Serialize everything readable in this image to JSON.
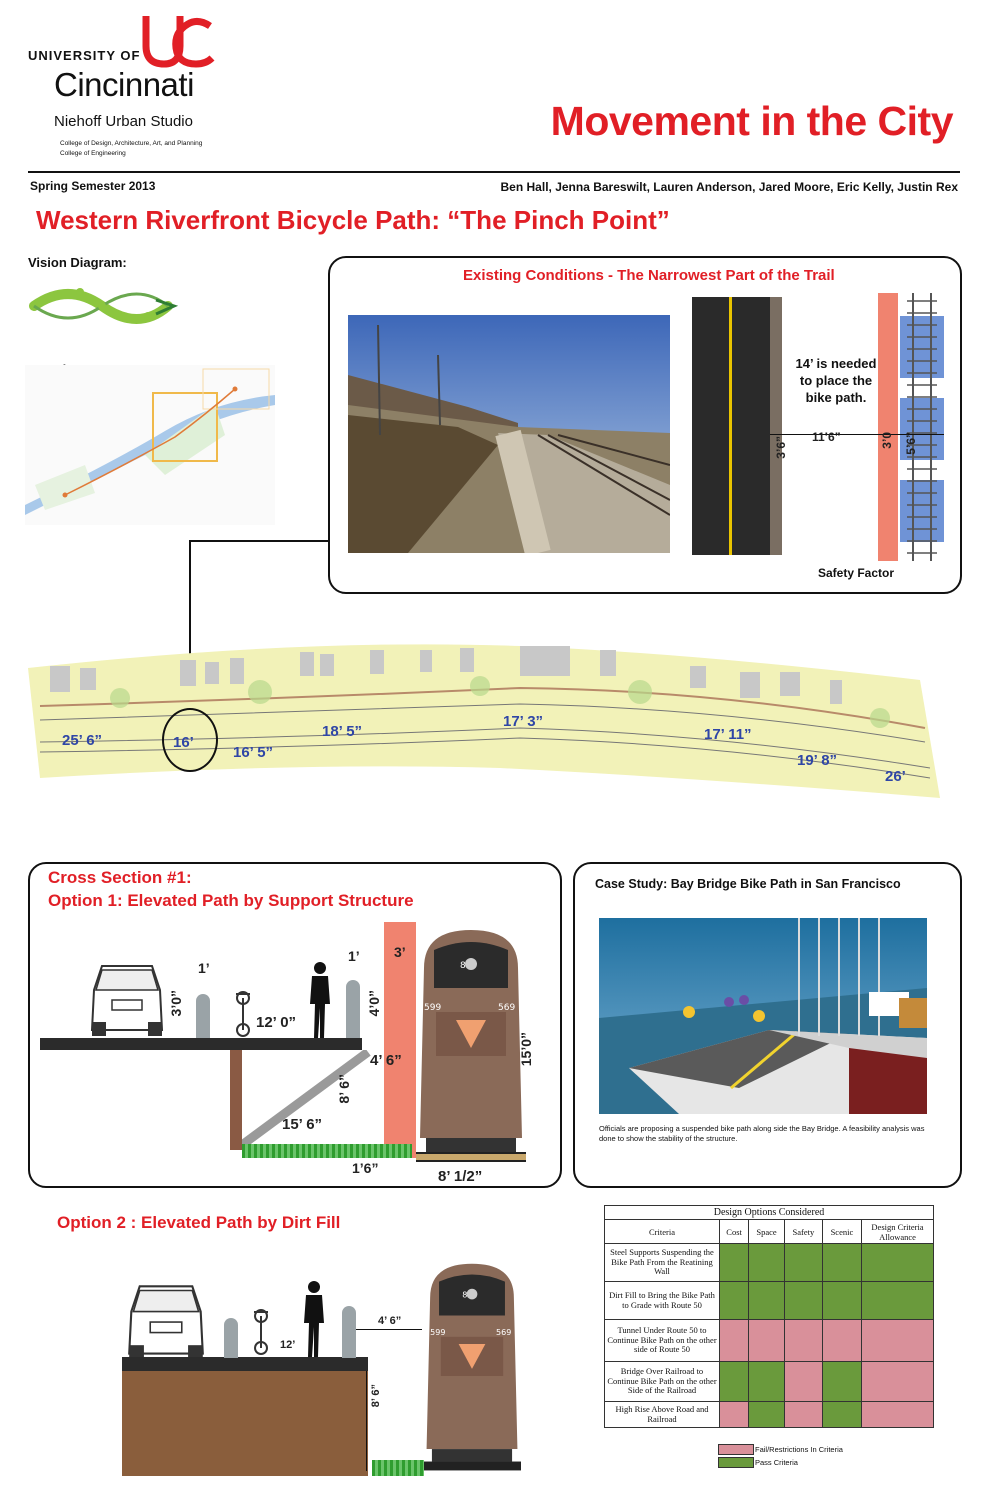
{
  "header": {
    "university_line1": "UNIVERSITY OF",
    "university_line2": "Cincinnati",
    "studio": "Niehoff Urban Studio",
    "college1": "College of Design, Architecture, Art, and Planning",
    "college2": "College of Engineering",
    "title": "Movement in the City",
    "semester": "Spring Semester 2013",
    "authors": "Ben Hall, Jenna Bareswilt, Lauren Anderson, Jared Moore, Eric Kelly, Justin Rex"
  },
  "subtitle": "Western Riverfront Bicycle Path: “The Pinch Point”",
  "left": {
    "vision_label": "Vision Diagram:",
    "location_label": "Location:"
  },
  "existing": {
    "title": "Existing Conditions - The Narrowest Part of the Trail",
    "note": "14’ is needed to place the bike path.",
    "dim_36": "3’6”",
    "dim_116": "11’6”",
    "dim_30": "3’0",
    "dim_56": "5’6”",
    "safety": "Safety Factor"
  },
  "map_labels": [
    "25’ 6”",
    "16’",
    "16’ 5”",
    "18’ 5”",
    "17’ 3”",
    "17’ 11”",
    "19’ 8”",
    "26’"
  ],
  "cross1": {
    "title1": "Cross Section #1:",
    "title2": "Option 1: Elevated Path by Support Structure",
    "d_1a": "1’",
    "d_1b": "1’",
    "d_3a": "3’",
    "d_30": "3’0”",
    "d_120": "12’ 0”",
    "d_40": "4’0”",
    "d_46": "4’ 6”",
    "d_86": "8’ 6”",
    "d_156": "15’ 6”",
    "d_150": "15’0”",
    "d_16": "1’6”",
    "d_812": "8’ 1/2”",
    "train_a": "8",
    "train_b": "569",
    "train_c": "599"
  },
  "case": {
    "title": "Case Study: Bay Bridge Bike Path in San Francisco",
    "caption": "Officials are proposing a suspended bike path along side the Bay Bridge. A feasibility analysis was done to show the stability of the structure."
  },
  "option2": {
    "title": "Option 2 : Elevated Path by Dirt Fill",
    "d_12": "12’",
    "d_46": "4’ 6”",
    "d_86": "8’ 6”",
    "train_a": "8",
    "train_b": "569",
    "train_c": "599"
  },
  "table": {
    "caption": "Design Options Considered",
    "headers": [
      "Criteria",
      "Cost",
      "Space",
      "Safety",
      "Scenic",
      "Design Criteria Allowance"
    ],
    "rows": [
      {
        "name": "Steel Supports Suspending the Bike Path From the Reatining Wall",
        "cells": [
          "pass",
          "pass",
          "pass",
          "pass",
          "pass"
        ]
      },
      {
        "name": "Dirt Fill to Bring the Bike Path to Grade with Route 50",
        "cells": [
          "pass",
          "pass",
          "pass",
          "pass",
          "pass"
        ]
      },
      {
        "name": "Tunnel Under Route 50 to Continue Bike Path on the other side of Route 50",
        "cells": [
          "fail",
          "fail",
          "fail",
          "fail",
          "fail"
        ]
      },
      {
        "name": "Bridge Over Railroad to Continue Bike Path on the other Side of the Railroad",
        "cells": [
          "pass",
          "pass",
          "fail",
          "pass",
          "fail"
        ]
      },
      {
        "name": "High Rise Above Road and Railroad",
        "cells": [
          "fail",
          "pass",
          "fail",
          "pass",
          "fail"
        ]
      }
    ],
    "legend_fail": "Fail/Restrictions In Criteria",
    "legend_pass": "Pass Criteria"
  },
  "colors": {
    "accent_red": "#e11f26",
    "pass_green": "#6a9a3c",
    "fail_pink": "#d9909a",
    "salmon": "#f0836f",
    "rail_blue": "#6f93d6",
    "map_yellow": "#f2f2b8",
    "label_blue": "#2f46a6"
  }
}
